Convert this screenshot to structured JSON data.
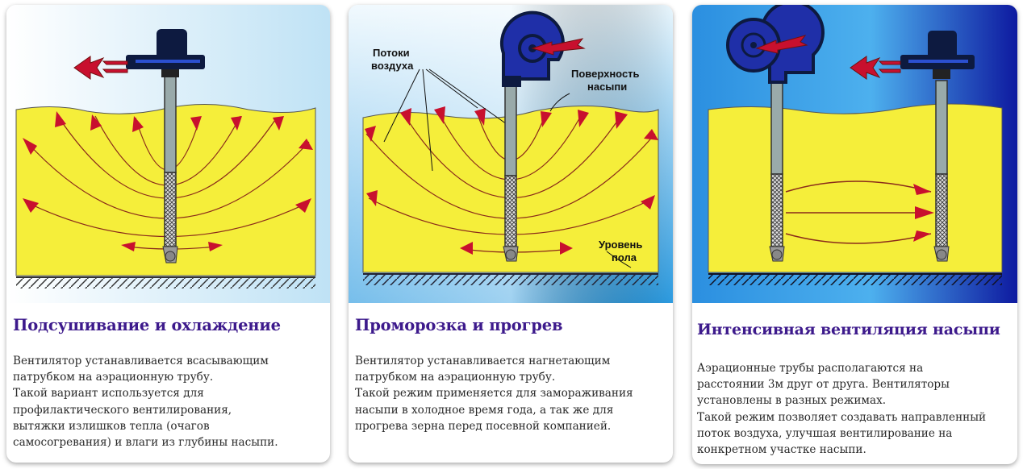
{
  "cards": [
    {
      "title": "Подсушивание и охлаждение",
      "lines": [
        "Вентилятор устанавливается всасывающим",
        "патрубком на аэрационную трубу.",
        "Такой вариант используется для",
        "профилактического вентилирования,",
        "вытяжки излишков тепла (очагов",
        "самосогревания) и влаги из глубины насыпи."
      ]
    },
    {
      "title": "Проморозка и прогрев",
      "lines": [
        "Вентилятор устанавливается нагнетающим",
        "патрубком на аэрационную трубу.",
        "Такой режим применяется для замораживания",
        "насыпи в холодное время года, а так же для",
        "прогрева зерна перед посевной компанией."
      ],
      "labels": {
        "air_flows_1": "Потоки",
        "air_flows_2": "воздуха",
        "surface_1": "Поверхность",
        "surface_2": "насыпи",
        "floor_1": "Уровень",
        "floor_2": "пола"
      }
    },
    {
      "title": "Интенсивная вентиляция насыпи",
      "lines": [
        "Аэрационные трубы располагаются на",
        "расстоянии 3м друг от друга. Вентиляторы",
        "установлены в разных режимах.",
        "Такой режим позволяет создавать направленный",
        "поток воздуха, улучшая вентилирование на",
        "конкретном участке насыпи."
      ]
    }
  ],
  "colors": {
    "grain": "#f5ee3a",
    "arrow_red": "#c8102e",
    "title_purple": "#3d1a8c",
    "fan_blue": "#1f2fa8",
    "panel_blue": "#2a8fd9"
  },
  "icons": [
    "fan-icon",
    "exhaust-arrow-icon",
    "aeration-pipe-icon",
    "air-flow-arrow-icon"
  ]
}
